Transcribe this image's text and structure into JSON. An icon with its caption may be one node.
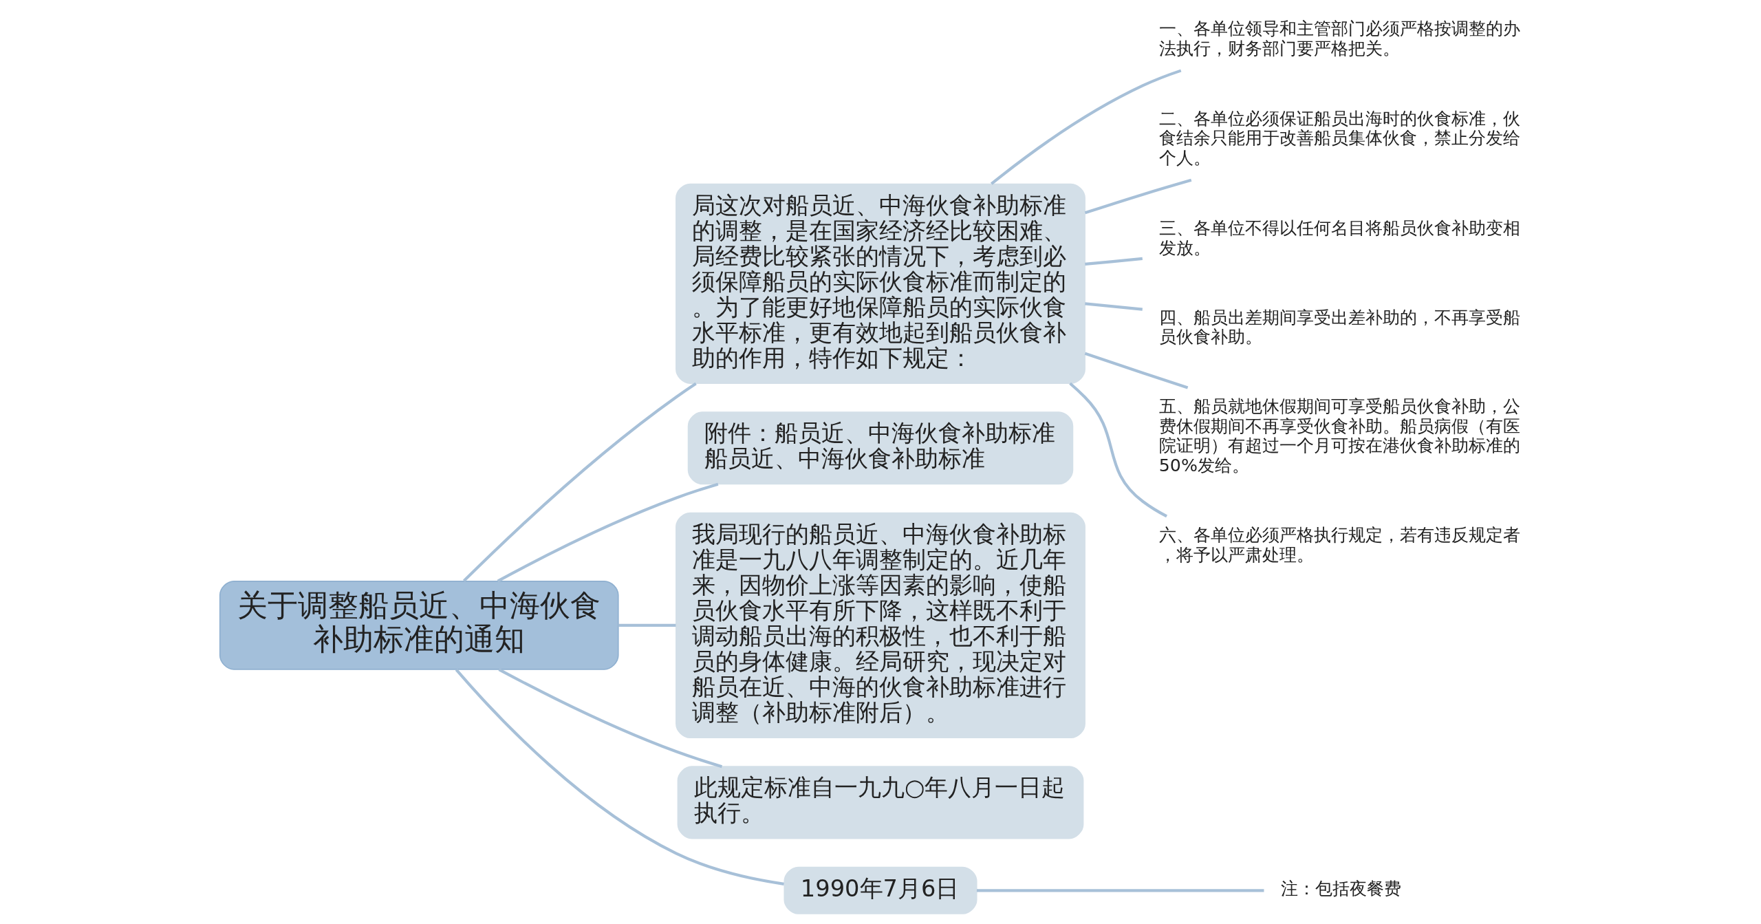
{
  "diagram": {
    "nodes": [
      {
        "text": [
          "关于调整船员近、中海伙食补助标准的通知"
        ]
      },
      {
        "text": [
          "局这次对船员近、中海伙食补助标准的调整，是在国家经济经比较困难、局经费比较紧张的情况下，考虑到必须保障船员的实际伙食标准而制定的。为了能更好地保障船员的实际伙食水平标准，更有效地起到船员伙食补助的作用，特作如下规定："
        ]
      },
      {
        "text": [
          "附件：船员近、中海伙食补助标准",
          "船员近、中海伙食补助标准"
        ]
      },
      {
        "text": [
          "一、各单位领导和主管部门必须严格按调整的办法执行，财务部门要严格把关。"
        ]
      },
      {
        "text": [
          "二、各单位必须保证船员出海时的伙食标准，伙食结余只能用于改善船员集体伙食，禁止分发给个人。"
        ]
      },
      {
        "text": [
          "三、各单位不得以任何名目将船员伙食补助变相发放。"
        ]
      },
      {
        "text": [
          "四、船员出差期间享受出差补助的，不再享受船员伙食补助。"
        ]
      },
      {
        "text": [
          "五、船员就地休假期间可享受船员伙食补助，公费休假期间不再享受伙食补助。船员病假（有医院证明）有超过一个月可按在港伙食补助标准的50%发给。"
        ]
      },
      {
        "text": [
          "六、各单位必须严格执行规定，若有违反规定者，将予以严肃处理。"
        ]
      },
      {
        "text": [
          "我局现行的船员近、中海伙食补助标准是一九八八年调整制定的。近几年来，因物价上涨等因素的影响，使船员伙食水平有所下降，这样既不利于调动船员出海的积极性，也不利于船员的身体健康。经局研究，现决定对船员在近、中海的伙食补助标准进行调整（补助标准附后）。"
        ]
      },
      {
        "text": [
          "此规定标准自一九九○年八月一日起执行。"
        ]
      },
      {
        "text": [
          "1990年7月6日"
        ]
      },
      {
        "text": [
          "注：包括夜餐费"
        ]
      }
    ],
    "edges": [
      {
        "from": 0,
        "to": 1,
        "arrow": "none"
      },
      {
        "from": 0,
        "to": 2,
        "arrow": "none"
      },
      {
        "from": 1,
        "to": 3,
        "arrow": "none"
      },
      {
        "from": 1,
        "to": 4,
        "arrow": "none"
      },
      {
        "from": 1,
        "to": 5,
        "arrow": "none"
      },
      {
        "from": 1,
        "to": 6,
        "arrow": "none"
      },
      {
        "from": 1,
        "to": 7,
        "arrow": "none"
      },
      {
        "from": 1,
        "to": 8,
        "arrow": "none"
      },
      {
        "from": 0,
        "to": 9,
        "arrow": "none"
      },
      {
        "from": 0,
        "to": 10,
        "arrow": "none"
      },
      {
        "from": 0,
        "to": 11,
        "arrow": "none"
      },
      {
        "from": 11,
        "to": 12,
        "arrow": "none"
      }
    ]
  }
}
